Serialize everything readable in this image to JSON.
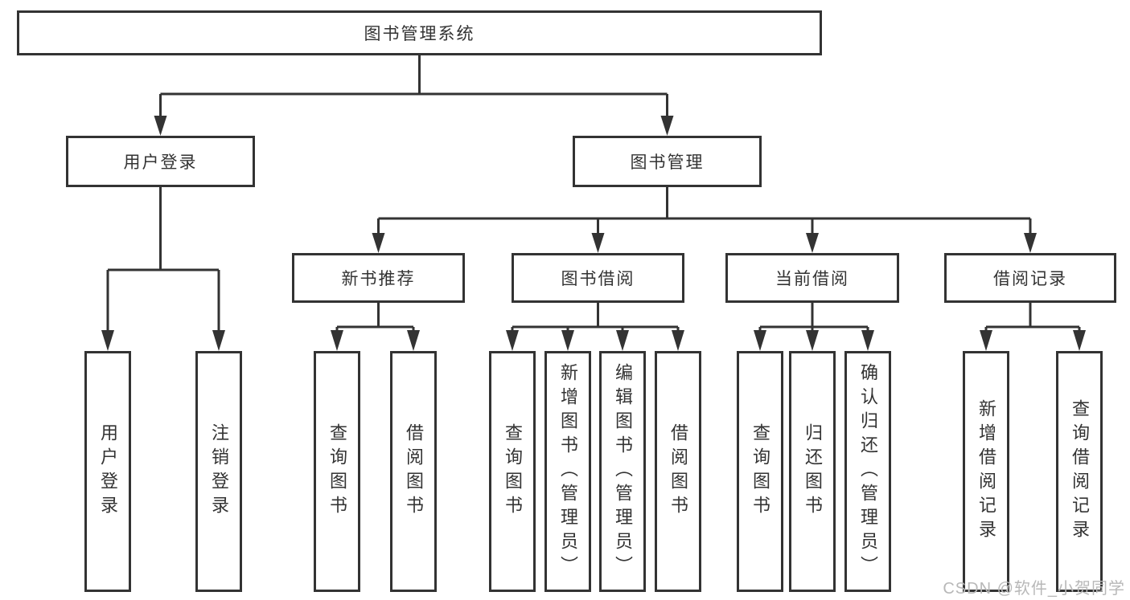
{
  "diagram": {
    "root": {
      "label": "图书管理系统"
    },
    "user_login": {
      "label": "用户登录",
      "children": [
        "用户登录",
        "注销登录"
      ]
    },
    "book_mgmt": {
      "label": "图书管理",
      "sections": [
        {
          "label": "新书推荐",
          "children": [
            "查询图书",
            "借阅图书"
          ]
        },
        {
          "label": "图书借阅",
          "children": [
            "查询图书",
            "新增图书（管理员）",
            "编辑图书（管理员）",
            "借阅图书"
          ]
        },
        {
          "label": "当前借阅",
          "children": [
            "查询图书",
            "归还图书",
            "确认归还（管理员）"
          ]
        },
        {
          "label": "借阅记录",
          "children": [
            "新增借阅记录",
            "查询借阅记录"
          ]
        }
      ]
    }
  },
  "watermark": "CSDN @软件_小贺同学",
  "colors": {
    "line": "#333333",
    "box_border": "#333333",
    "text": "#333333",
    "background": "#ffffff",
    "watermark": "#b8b8b8"
  }
}
